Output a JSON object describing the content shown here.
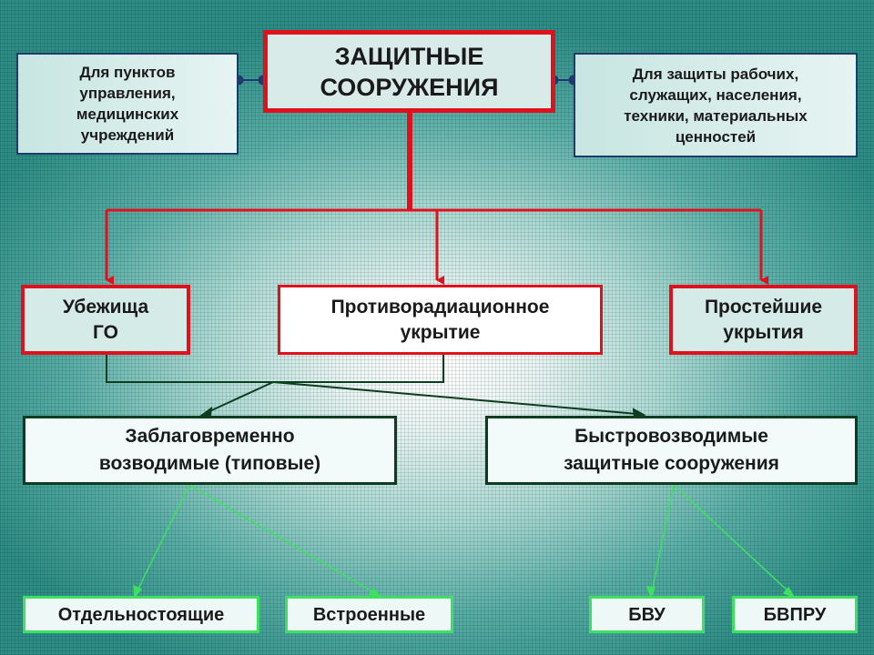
{
  "diagram": {
    "title": "ЗАЩИТНЫЕ\nСООРУЖЕНИЯ",
    "purpose_left": "Для пунктов\nуправления,\nмедицинских\nучреждений",
    "purpose_right": "Для защиты рабочих,\nслужащих, населения,\nтехники, материальных\nценностей",
    "types": {
      "shelter": "Убежища\nГО",
      "anti_radiation": "Противорадиационное\nукрытие",
      "simple": "Простейшие\nукрытия"
    },
    "construction": {
      "advance": "Заблаговременно\nвозводимые (типовые)",
      "rapid": "Быстровозводимые\nзащитные сооружения"
    },
    "leaves": {
      "standalone": "Отдельностоящие",
      "built_in": "Встроенные",
      "bvu": "БВУ",
      "bvpru": "БВПРУ"
    },
    "colors": {
      "red": "#e0101c",
      "navy": "#1f3b6e",
      "dark_green": "#0b3d1e",
      "lime": "#3ee060"
    }
  }
}
